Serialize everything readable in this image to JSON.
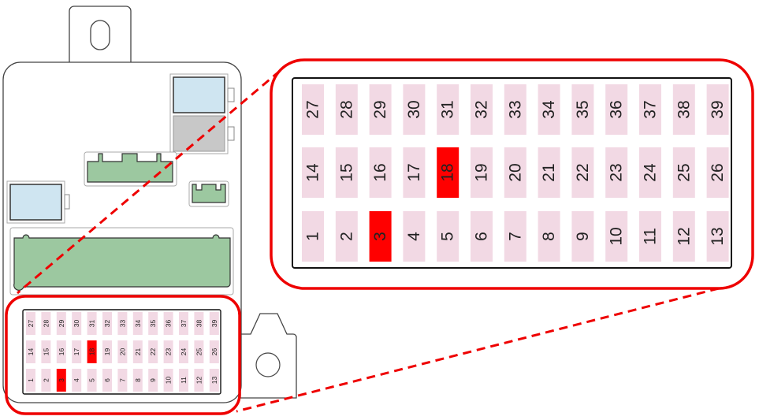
{
  "diagram": {
    "title": "Fuse box layout",
    "fuse_rows": [
      [
        "27",
        "28",
        "29",
        "30",
        "31",
        "32",
        "33",
        "34",
        "35",
        "36",
        "37",
        "38",
        "39"
      ],
      [
        "14",
        "15",
        "16",
        "17",
        "18",
        "19",
        "20",
        "21",
        "22",
        "23",
        "24",
        "25",
        "26"
      ],
      [
        "1",
        "2",
        "3",
        "4",
        "5",
        "6",
        "7",
        "8",
        "9",
        "10",
        "11",
        "12",
        "13"
      ]
    ],
    "highlighted_fuses": [
      "3",
      "18"
    ],
    "colors": {
      "fuse": "#f2d9e4",
      "highlight": "#ff0000",
      "callout": "#ee0000",
      "connector": "#9cc8a0",
      "relay_blue": "#cfe5f1",
      "relay_grey": "#c8c8c8"
    }
  }
}
